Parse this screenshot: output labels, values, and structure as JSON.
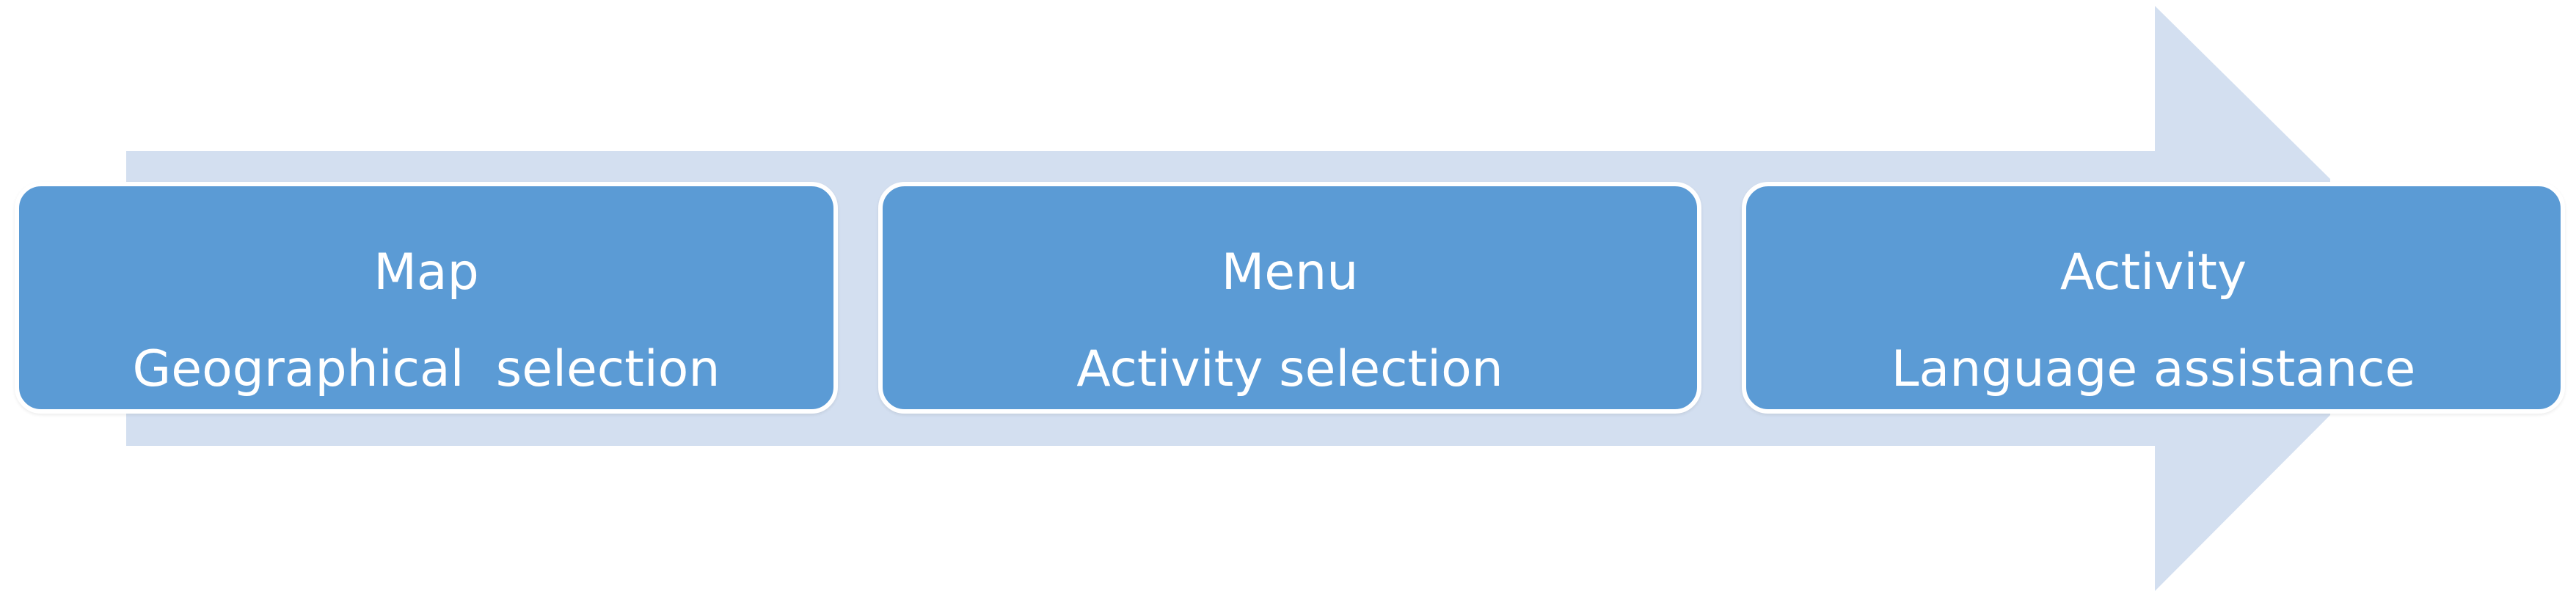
{
  "diagram": {
    "colors": {
      "arrow": "#d3dff0",
      "box": "#5b9bd5",
      "box_border": "#ffffff",
      "text": "#ffffff"
    },
    "steps": [
      {
        "title": "Map",
        "subtitle": "Geographical  selection"
      },
      {
        "title": "Menu",
        "subtitle": "Activity selection"
      },
      {
        "title": "Activity",
        "subtitle": "Language assistance"
      }
    ]
  }
}
